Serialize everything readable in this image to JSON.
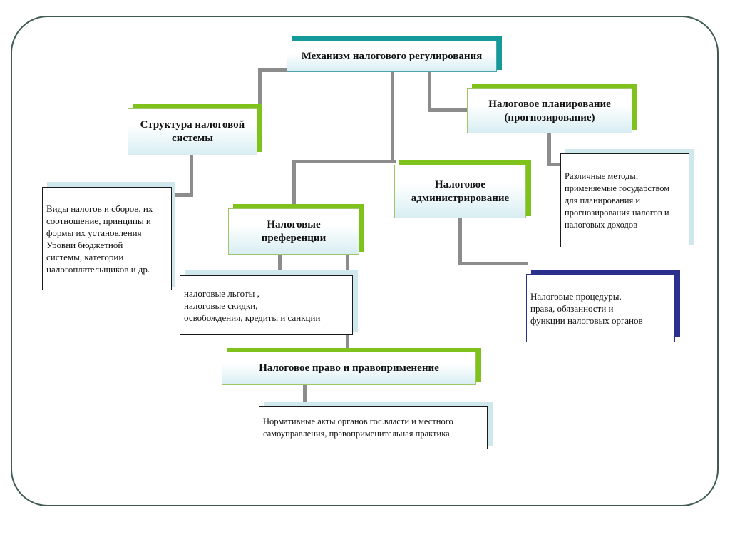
{
  "title": "Механизм налогового регулирования",
  "nodes": {
    "structure": "Структура налоговой системы",
    "planning": "Налоговое планирование (прогнозирование)",
    "administration": "Налоговое администрирование",
    "preferences": "Налоговые преференции",
    "law": "Налоговое право и правоприменение"
  },
  "details": {
    "structure": [
      "Виды налогов и сборов, их",
      "соотношение, принципы и",
      "формы их установления",
      "Уровни бюджетной",
      "системы, категории",
      "налогоплательщиков и др."
    ],
    "planning": [
      "Различные методы,",
      "применяемые государством",
      "для планирования и",
      "прогнозирования налогов и",
      "налоговых доходов"
    ],
    "preferences": [
      "налоговые льготы ,",
      "налоговые скидки,",
      "освобождения, кредиты и санкции"
    ],
    "administration": [
      "Налоговые процедуры,",
      "права, обязанности и",
      "функции налоговых органов"
    ],
    "law": [
      "Нормативные акты органов гос.власти и местного",
      "самоуправления, правоприменительная практика"
    ]
  },
  "colors": {
    "frame": "#3f5a50",
    "connector": "#8c8c8c",
    "green_shadow": "#7fc21c",
    "teal_shadow": "#159a9c",
    "navy_shadow": "#2b2f8e",
    "cyan_shadow": "#cfe8ee"
  }
}
